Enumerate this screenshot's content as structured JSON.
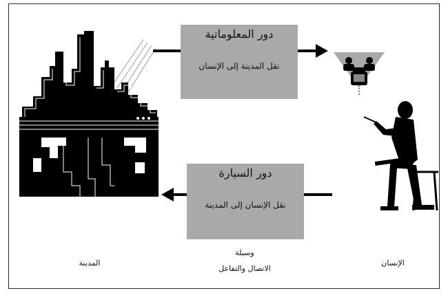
{
  "diagram": {
    "top_box": {
      "title": "دور المعلوماتية",
      "subtitle": "نقل المدينة إلى الإنسان"
    },
    "bottom_box": {
      "title": "دور السيارة",
      "subtitle": "نقل الإنسان إلى المدينة"
    },
    "labels": {
      "city": "المدينة",
      "human": "الإنسان",
      "medium_line1": "وسيلة",
      "medium_line2": "الاتصال والتفاعل"
    },
    "colors": {
      "box": "#a9a9a9",
      "ink": "#000000",
      "triangle": "#a9a9a9"
    }
  }
}
